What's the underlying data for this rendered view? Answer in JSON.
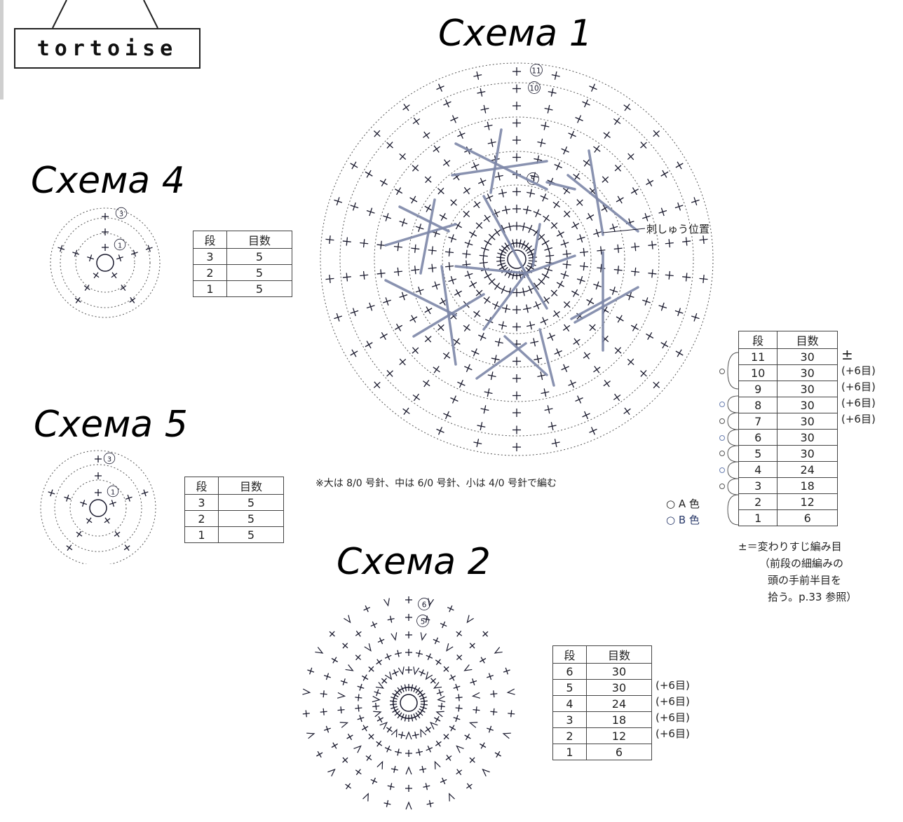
{
  "sign": {
    "text": "tortoise"
  },
  "titles": {
    "s1": "Схема 1",
    "s2": "Схема 2",
    "s4": "Схема 4",
    "s5": "Схема 5"
  },
  "table_s1": {
    "headers": [
      "段",
      "目数"
    ],
    "rows": [
      [
        "11",
        "30",
        ""
      ],
      [
        "10",
        "30",
        "±"
      ],
      [
        "9",
        "30",
        ""
      ],
      [
        "8",
        "30",
        ""
      ],
      [
        "7",
        "30",
        ""
      ],
      [
        "6",
        "30",
        ""
      ],
      [
        "5",
        "30",
        "(+6目)"
      ],
      [
        "4",
        "24",
        "(+6目)"
      ],
      [
        "3",
        "18",
        "(+6目)"
      ],
      [
        "2",
        "12",
        "(+6目)"
      ],
      [
        "1",
        "6",
        ""
      ]
    ]
  },
  "table_s2": {
    "headers": [
      "段",
      "目数"
    ],
    "rows": [
      [
        "6",
        "30",
        ""
      ],
      [
        "5",
        "30",
        "(+6目)"
      ],
      [
        "4",
        "24",
        "(+6目)"
      ],
      [
        "3",
        "18",
        "(+6目)"
      ],
      [
        "2",
        "12",
        "(+6目)"
      ],
      [
        "1",
        "6",
        ""
      ]
    ]
  },
  "table_s4": {
    "headers": [
      "段",
      "目数"
    ],
    "rows": [
      [
        "3",
        "5"
      ],
      [
        "2",
        "5"
      ],
      [
        "1",
        "5"
      ]
    ]
  },
  "table_s5": {
    "headers": [
      "段",
      "目数"
    ],
    "rows": [
      [
        "3",
        "5"
      ],
      [
        "2",
        "5"
      ],
      [
        "1",
        "5"
      ]
    ]
  },
  "labels": {
    "embroidery": "刺しゅう位置",
    "needle_note": "※大は 8/0 号針、中は 6/0 号針、小は 4/0 号針で編む",
    "color_a": "○ A 色",
    "color_b": "○ B 色",
    "legend_line1": "±＝変わりすじ編み目",
    "legend_line2": "（前段の細編みの",
    "legend_line3": "頭の手前半目を",
    "legend_line4": "拾う。p.33 参照）"
  },
  "round_markers": {
    "s1": [
      "11",
      "10",
      "5"
    ],
    "s2": [
      "6",
      "5"
    ],
    "s4": [
      "3",
      "1"
    ],
    "s5": [
      "3",
      "1"
    ]
  },
  "colors": {
    "ink": "#1a1a2e",
    "embroidery": "#7d87a8",
    "color_b_marker": "#6a7fb0"
  }
}
